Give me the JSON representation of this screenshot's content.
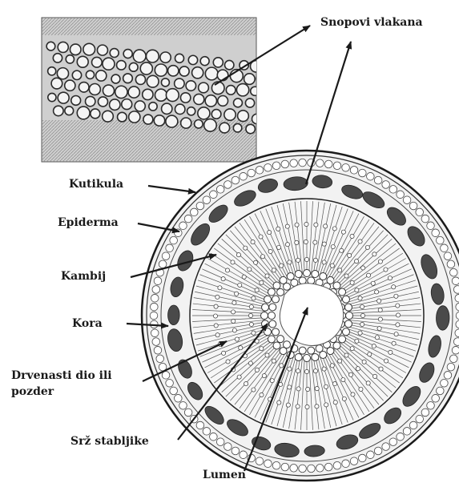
{
  "labels": {
    "snopovi": "Snopovi vlakana",
    "kutikula": "Kutikula",
    "epiderma": "Epiderma",
    "kambij": "Kambij",
    "kora": "Kora",
    "drvenasti_line1": "Drvenasti dio ili",
    "drvenasti_line2": "pozder",
    "srz": "Srž stabljike",
    "lumen": "Lumen"
  },
  "colors": {
    "ink": "#1a1a1a",
    "tissue_light": "#ececec",
    "tissue_dark": "#4a4a4a",
    "micrograph_bg": "#c9c9c9"
  }
}
